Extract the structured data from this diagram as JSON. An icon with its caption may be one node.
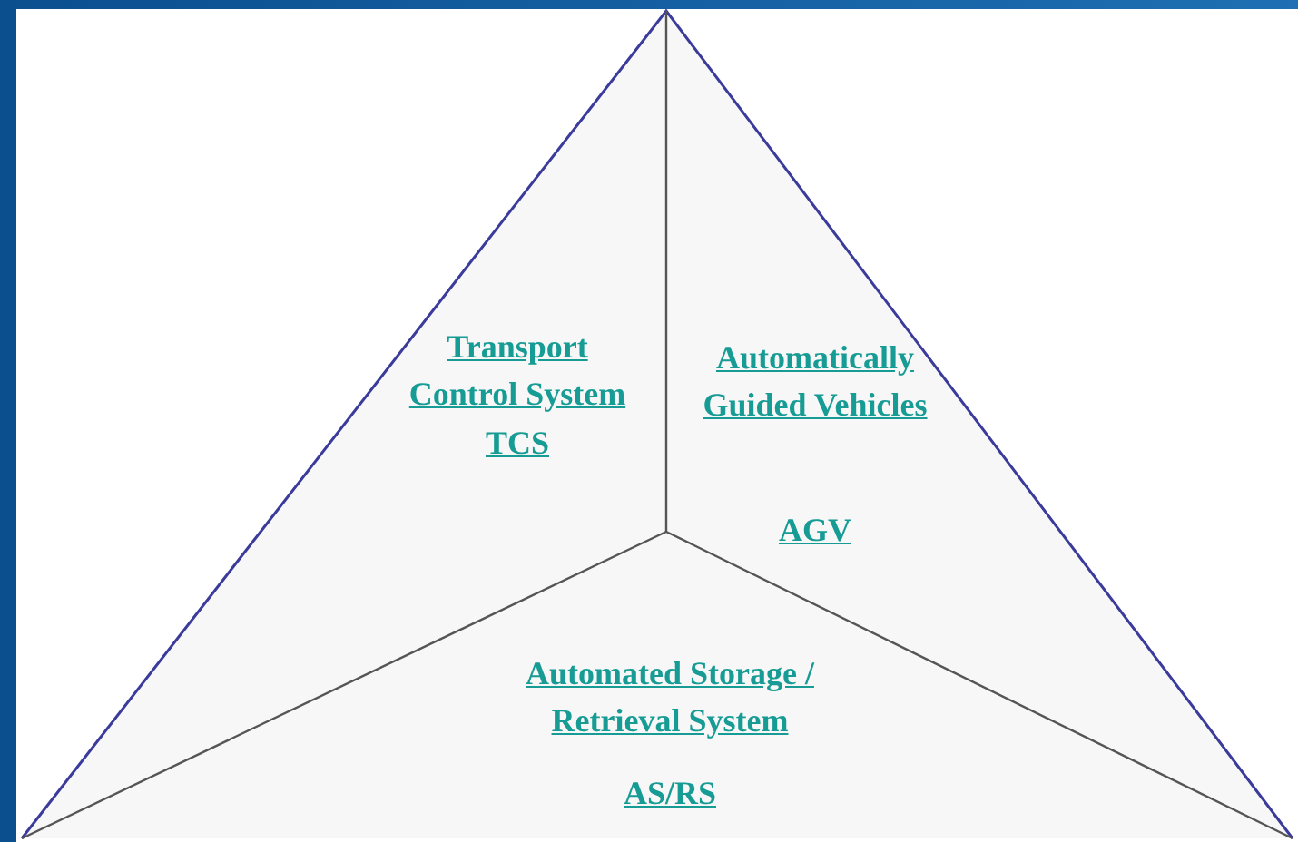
{
  "diagram": {
    "nodes": [
      {
        "text": [
          "Transport Control System",
          "TCS"
        ]
      },
      {
        "text": [
          "Automatically Guided Vehicles",
          "AGV"
        ]
      },
      {
        "text": [
          "Automated Storage / Retrieval System",
          "AS/RS"
        ]
      }
    ]
  }
}
